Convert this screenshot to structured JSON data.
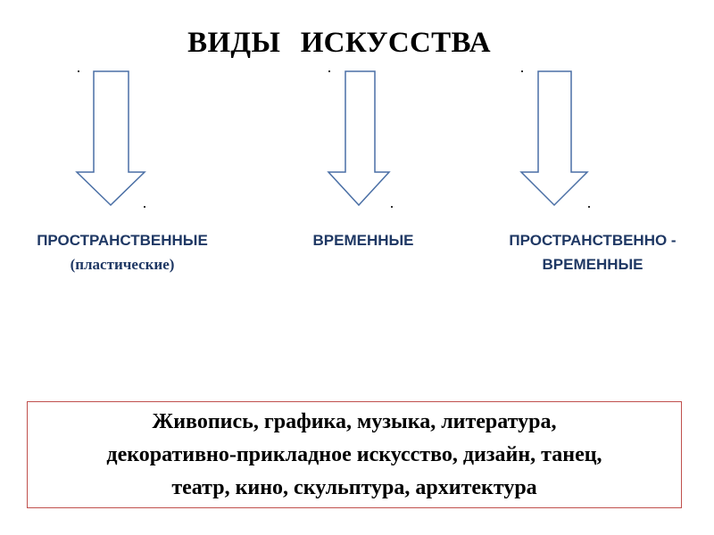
{
  "title": {
    "word1": "ВИДЫ",
    "word2": "ИСКУССТВА"
  },
  "categories": [
    {
      "line1": "ПРОСТРАНСТВЕННЫЕ",
      "line2": "(пластические)"
    },
    {
      "line1": "ВРЕМЕННЫЕ",
      "line2": ""
    },
    {
      "line1": "ПРОСТРАНСТВЕННО -",
      "line2": "ВРЕМЕННЫЕ"
    }
  ],
  "examples_box": {
    "lines": [
      "Живопись, графика, музыка, литература,",
      "декоративно-прикладное искусство, дизайн, танец,",
      "театр, кино, скульптура, архитектура"
    ]
  },
  "colors": {
    "label_text": "#1f3864",
    "arrow_stroke": "#4a6fa5",
    "box_border": "#c0504d"
  }
}
